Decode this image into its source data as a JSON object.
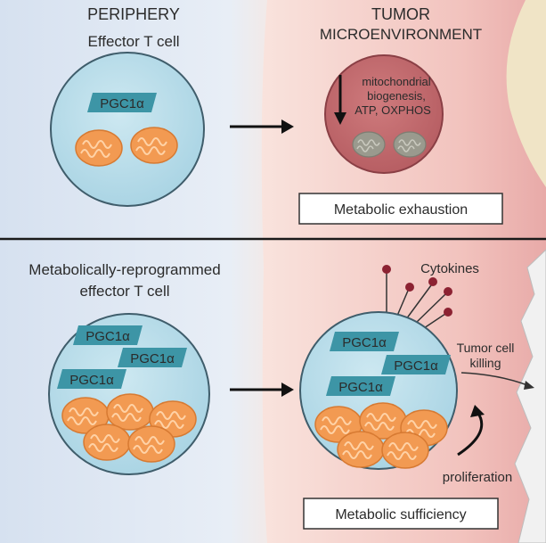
{
  "top_panel": {
    "periphery_title": "PERIPHERY",
    "periphery_subtitle": "Effector T cell",
    "tme_title_line1": "TUMOR",
    "tme_title_line2": "MICROENVIRONMENT",
    "cell_protein": "PGC1α",
    "exhausted_text_line1": "mitochondrial",
    "exhausted_text_line2": "biogenesis,",
    "exhausted_text_line3": "ATP, OXPHOS",
    "state_label": "Metabolic exhaustion"
  },
  "bottom_panel": {
    "reprogrammed_title_line1": "Metabolically-reprogrammed",
    "reprogrammed_title_line2": "effector T cell",
    "proteins": [
      "PGC1α",
      "PGC1α",
      "PGC1α"
    ],
    "tme_proteins": [
      "PGC1α",
      "PGC1α",
      "PGC1α"
    ],
    "cytokines_label": "Cytokines",
    "killing_label_line1": "Tumor cell",
    "killing_label_line2": "killing",
    "proliferation_label": "proliferation",
    "state_label": "Metabolic sufficiency"
  },
  "colors": {
    "periphery_bg": "#d9e4f2",
    "tme_bg": "#f2c7c2",
    "cell_fill": "#bfe0ec",
    "protein_fill": "#3d95a6",
    "mito_fill": "#f29a52",
    "exhausted_cell": "#c76a6d",
    "cytokine": "#8c2232"
  }
}
